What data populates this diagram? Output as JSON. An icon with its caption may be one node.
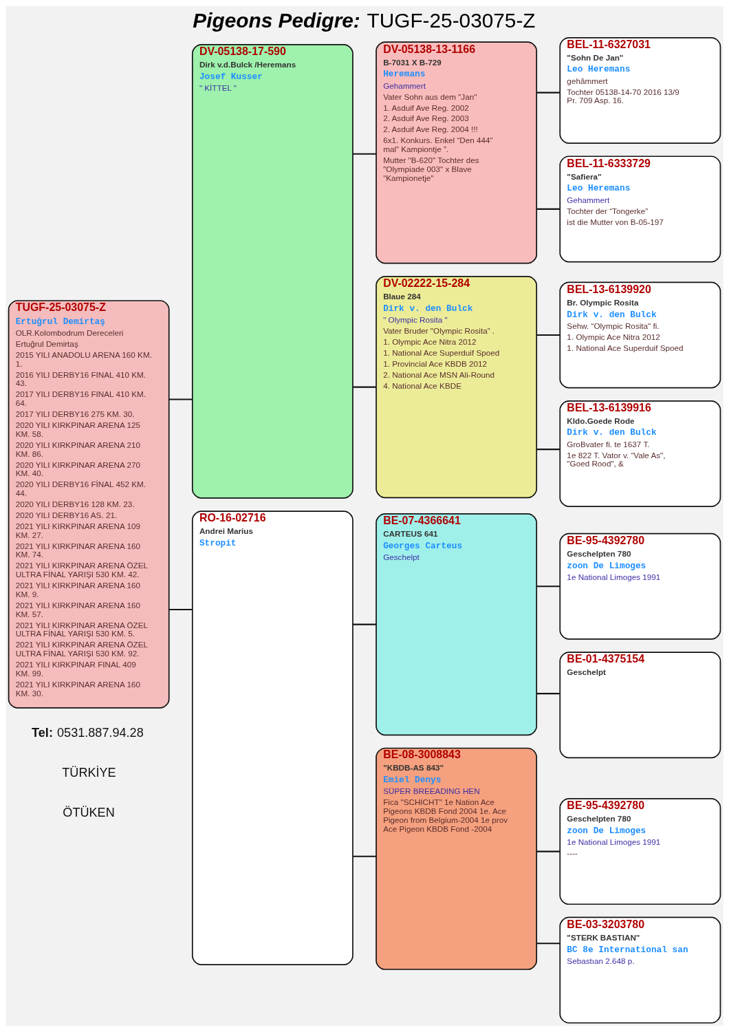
{
  "diagram": {
    "title": "**Pigeons Pedigre:** TUGF-25-03075-Z",
    "nodes": [
      {
        "text": [
          "TUGF-25-03075-Z",
          "Ertuğrul Demirtaş",
          "OLR.Kolombodrum Dereceleri",
          "Ertuğrul Demirtaş",
          "2015 YILI ANADOLU ARENA 160 KM. 1.",
          "2016 YILI DERBY16 FINAL 410 KM. 43.",
          "2017 YILI DERBY16 FINAL 410 KM. 64.",
          "2017 YILI DERBY16 275 KM. 30.",
          "2020 YILI KIRKPINAR ARENA 125 KM. 58.",
          "2020 YILI KIRKPINAR ARENA 210 KM. 86.",
          "2020 YILI KIRKPINAR ARENA 270 KM. 40.",
          "2020 YILI DERBY16 FİNAL 452 KM. 44.",
          "2020 YILI DERBY16 128 KM. 23.",
          "2020 YILI DERBY16 AS. 21.",
          "2021 YILI KIRKPINAR ARENA 109 KM. 27.",
          "2021 YILI KIRKPINAR ARENA 160 KM. 74.",
          "2021 YILI KIRKPINAR ARENA ÖZEL ULTRA FİNAL YARIŞI 530 KM. 42.",
          "2021 YILI KIRKPINAR ARENA 160 KM. 9.",
          "2021 YILI KIRKPINAR ARENA 160 KM. 57.",
          "2021 YILI KIRKPINAR ARENA ÖZEL ULTRA FİNAL YARIŞI 530 KM. 5.",
          "2021 YILI KIRKPINAR ARENA ÖZEL ULTRA FİNAL YARIŞI 530 KM. 92.",
          "2021 YILI KIRKPINAR FINAL 409 KM. 99.",
          "2021 YILI KIRKPINAR ARENA 160 KM. 30."
        ]
      },
      {
        "text": [
          "DV-05138-17-590",
          "Dirk v.d.Bulck /Heremans",
          "Josef Kusser",
          "\" KİTTEL \""
        ]
      },
      {
        "text": [
          "RO-16-02716",
          "Andrei Marius",
          "Stropit"
        ]
      },
      {
        "text": [
          "DV-05138-13-1166",
          "B-7031 X B-729",
          "Heremans",
          "Gehammert",
          "Vater Sohn aus dem \"Jan\"",
          "1. Asduif Ave Reg. 2002",
          "2. Asduif Ave Reg. 2003",
          "2. Asduif Ave Reg. 2004 !!!",
          "6x1. Konkurs. Enkel “Den 444” mal” Kampiontje ”.",
          "Mutter \"B-620\" Tochter des \"Olympiade 003\" x Blave \"Kampionetje\""
        ]
      },
      {
        "text": [
          "DV-02222-15-284",
          "Blaue 284",
          "Dirk v. den Bulck",
          "\" Olympic Rosita \"",
          "Vater Bruder \"Olympic Rosita” .",
          "1. Olympic Ace Nitra 2012",
          "1. National Ace Superduif Spoed",
          "1. Provincial Ace KBDB 2012",
          "2. National Ace MSN Ali-Round",
          "4. National Ace KBDE"
        ]
      },
      {
        "text": [
          "BE-07-4366641",
          "CARTEUS 641",
          "Georges Carteus",
          "Geschelpt"
        ]
      },
      {
        "text": [
          "BE-08-3008843",
          "\"KBDB-AS 843\"",
          "Emiel Denys",
          "SÜPER BREEADING HEN",
          "Fica \"SCHICHT\" 1e Nation Ace Pigeons KBDB Fond 2004 1e. Ace Pigeon from Belgium-2004 1e prov Ace Pigeon KBDB Fond -2004"
        ]
      },
      {
        "text": [
          "BEL-11-6327031",
          "\"Sohn De Jan\"",
          "Leo Heremans",
          "gehâmmert",
          "Tochter 05138-14-70 2016 13/9 Pr. 709 Asp. 16."
        ]
      },
      {
        "text": [
          "BEL-11-6333729",
          "\"Safiera\"",
          "Leo Heremans",
          "Gehammert",
          "Tochter der “Tongerke”",
          "ist die Mutter von B-05-197"
        ]
      },
      {
        "text": [
          "BEL-13-6139920",
          "Br. Olympic Rosita",
          "Dirk v. den Bulck",
          "Sehw. “Olympic Rosita\" fi.",
          "1. Olympic Ace Nitra 2012",
          "1. National Ace Superduif Spoed"
        ]
      },
      {
        "text": [
          "BEL-13-6139916",
          "Kldo.Goede Rode",
          "Dirk v. den Bulck",
          "GroBvater fi. te 1637 T.",
          "1e 822 T. Vator v. “Vale As\", \"Goed Rood\", &"
        ]
      },
      {
        "text": [
          "BE-95-4392780",
          "Geschelpten 780",
          "zoon De Limoges",
          "1e National Limoges 1991"
        ]
      },
      {
        "text": [
          "BE-01-4375154",
          "Geschelpt"
        ]
      },
      {
        "text": [
          "BE-95-4392780",
          "Geschelpten 780",
          "zoon De Limoges",
          "1e National Limoges 1991",
          "----"
        ]
      },
      {
        "text": [
          "BE-03-3203780",
          "\"STERK BASTIAN\"",
          "BC 8e International san",
          "Sebastıan 2.648 p."
        ]
      }
    ],
    "edges": [
      {
        "from": 0,
        "to": 1,
        "arrow": "none"
      },
      {
        "from": 0,
        "to": 2,
        "arrow": "none"
      },
      {
        "from": 1,
        "to": 3,
        "arrow": "none"
      },
      {
        "from": 1,
        "to": 4,
        "arrow": "none"
      },
      {
        "from": 2,
        "to": 5,
        "arrow": "none"
      },
      {
        "from": 2,
        "to": 6,
        "arrow": "none"
      },
      {
        "from": 3,
        "to": 7,
        "arrow": "none"
      },
      {
        "from": 3,
        "to": 8,
        "arrow": "none"
      },
      {
        "from": 4,
        "to": 9,
        "arrow": "none"
      },
      {
        "from": 4,
        "to": 10,
        "arrow": "none"
      },
      {
        "from": 5,
        "to": 11,
        "arrow": "none"
      },
      {
        "from": 5,
        "to": 12,
        "arrow": "none"
      },
      {
        "from": 6,
        "to": 13,
        "arrow": "none"
      },
      {
        "from": 6,
        "to": 14,
        "arrow": "none"
      }
    ],
    "labels": [
      "**Tel:** 0531.887.94.28",
      "TÜRKİYE",
      "ÖTÜKEN"
    ]
  }
}
